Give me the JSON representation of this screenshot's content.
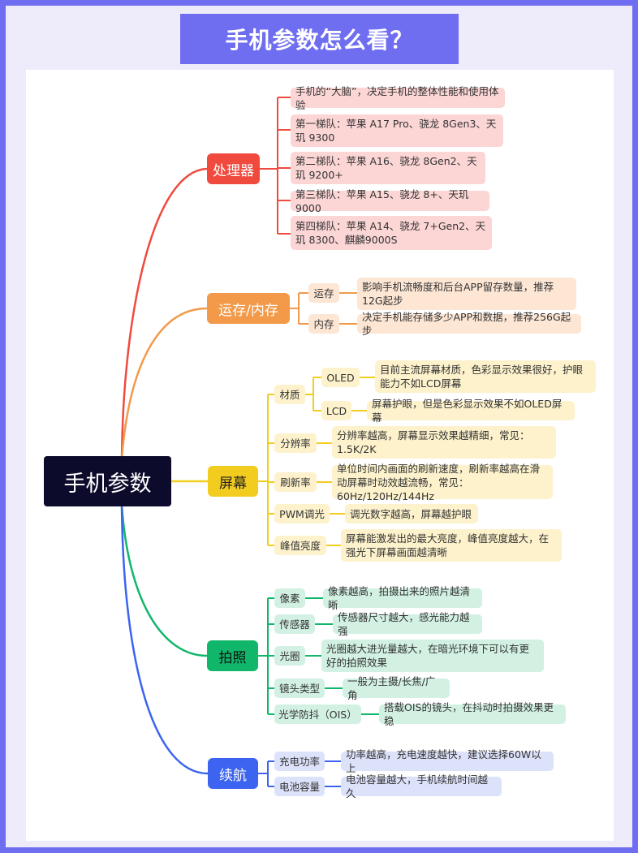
{
  "title": "手机参数怎么看？",
  "root": "手机参数",
  "colors": {
    "frame": "#6f6df0",
    "root": "#0d0b2b",
    "processor": "#f04a3f",
    "memory": "#f29a4a",
    "screen": "#f2cc1f",
    "camera": "#10b76a",
    "battery": "#3c64f0"
  },
  "processor": {
    "label": "处理器",
    "items": [
      "手机的“大脑”，决定手机的整体性能和使用体验",
      "第一梯队：苹果 A17 Pro、骁龙 8Gen3、天玑 9300",
      "第二梯队：苹果 A16、骁龙 8Gen2、天玑 9200+",
      "第三梯队：苹果 A15、骁龙 8+、天玑 9000",
      "第四梯队：苹果 A14、骁龙 7+Gen2、天玑 8300、麒麟9000S"
    ]
  },
  "memory": {
    "label": "运存/内存",
    "ram_label": "运存",
    "ram_desc": "影响手机流畅度和后台APP留存数量，推荐12G起步",
    "rom_label": "内存",
    "rom_desc": "决定手机能存储多少APP和数据，推荐256G起步"
  },
  "screen": {
    "label": "屏幕",
    "material_label": "材质",
    "oled_label": "OLED",
    "oled_desc": "目前主流屏幕材质，色彩显示效果很好，护眼能力不如LCD屏幕",
    "lcd_label": "LCD",
    "lcd_desc": "屏幕护眼，但是色彩显示效果不如OLED屏幕",
    "resolution_label": "分辨率",
    "resolution_desc": "分辨率越高，屏幕显示效果越精细，常见：1.5K/2K",
    "refresh_label": "刷新率",
    "refresh_desc": "单位时间内画面的刷新速度，刷新率越高在滑动屏幕时动效越流畅，常见：60Hz/120Hz/144Hz",
    "pwm_label": "PWM调光",
    "pwm_desc": "调光数字越高，屏幕越护眼",
    "peak_label": "峰值亮度",
    "peak_desc": "屏幕能激发出的最大亮度，峰值亮度越大，在强光下屏幕画面越清晰"
  },
  "camera": {
    "label": "拍照",
    "pixel_label": "像素",
    "pixel_desc": "像素越高，拍摄出来的照片越清晰",
    "sensor_label": "传感器",
    "sensor_desc": "传感器尺寸越大，感光能力越强",
    "aperture_label": "光圈",
    "aperture_desc": "光圈越大进光量越大，在暗光环境下可以有更好的拍照效果",
    "lens_label": "镜头类型",
    "lens_desc": "一般为主摄/长焦/广角",
    "ois_label": "光学防抖（OIS）",
    "ois_desc": "搭载OIS的镜头，在抖动时拍摄效果更稳"
  },
  "battery": {
    "label": "续航",
    "charge_label": "充电功率",
    "charge_desc": "功率越高，充电速度越快，建议选择60W以上",
    "capacity_label": "电池容量",
    "capacity_desc": "电池容量越大，手机续航时间越久"
  }
}
